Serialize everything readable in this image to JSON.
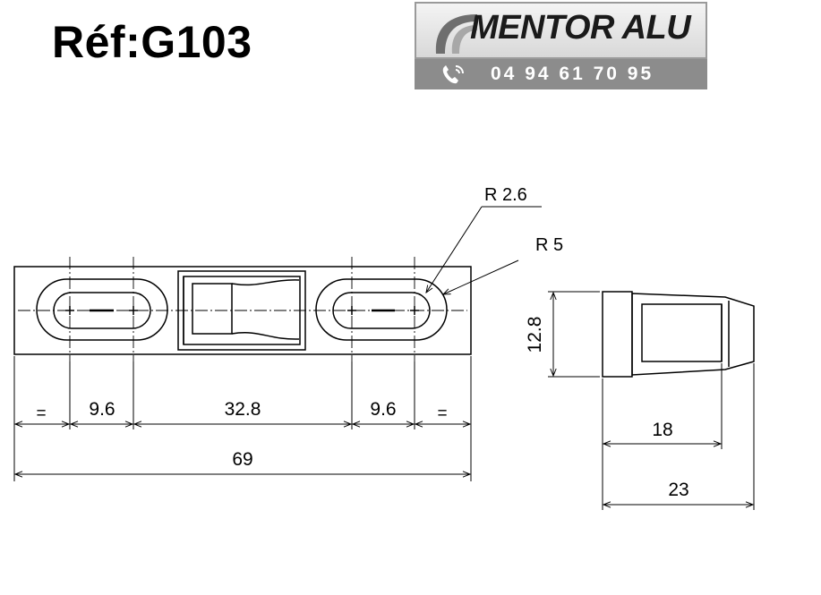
{
  "reference": "Réf:G103",
  "logo": {
    "brand": "MENTOR ALU",
    "phone": "04 94 61 70 95"
  },
  "dimensions": {
    "r_small": "R 2.6",
    "r_large": "R 5",
    "height": "12.8",
    "left_equal": "=",
    "slot_left": "9.6",
    "middle": "32.8",
    "slot_right": "9.6",
    "right_equal": "=",
    "total_length": "69",
    "depth_inner": "18",
    "depth_total": "23"
  }
}
